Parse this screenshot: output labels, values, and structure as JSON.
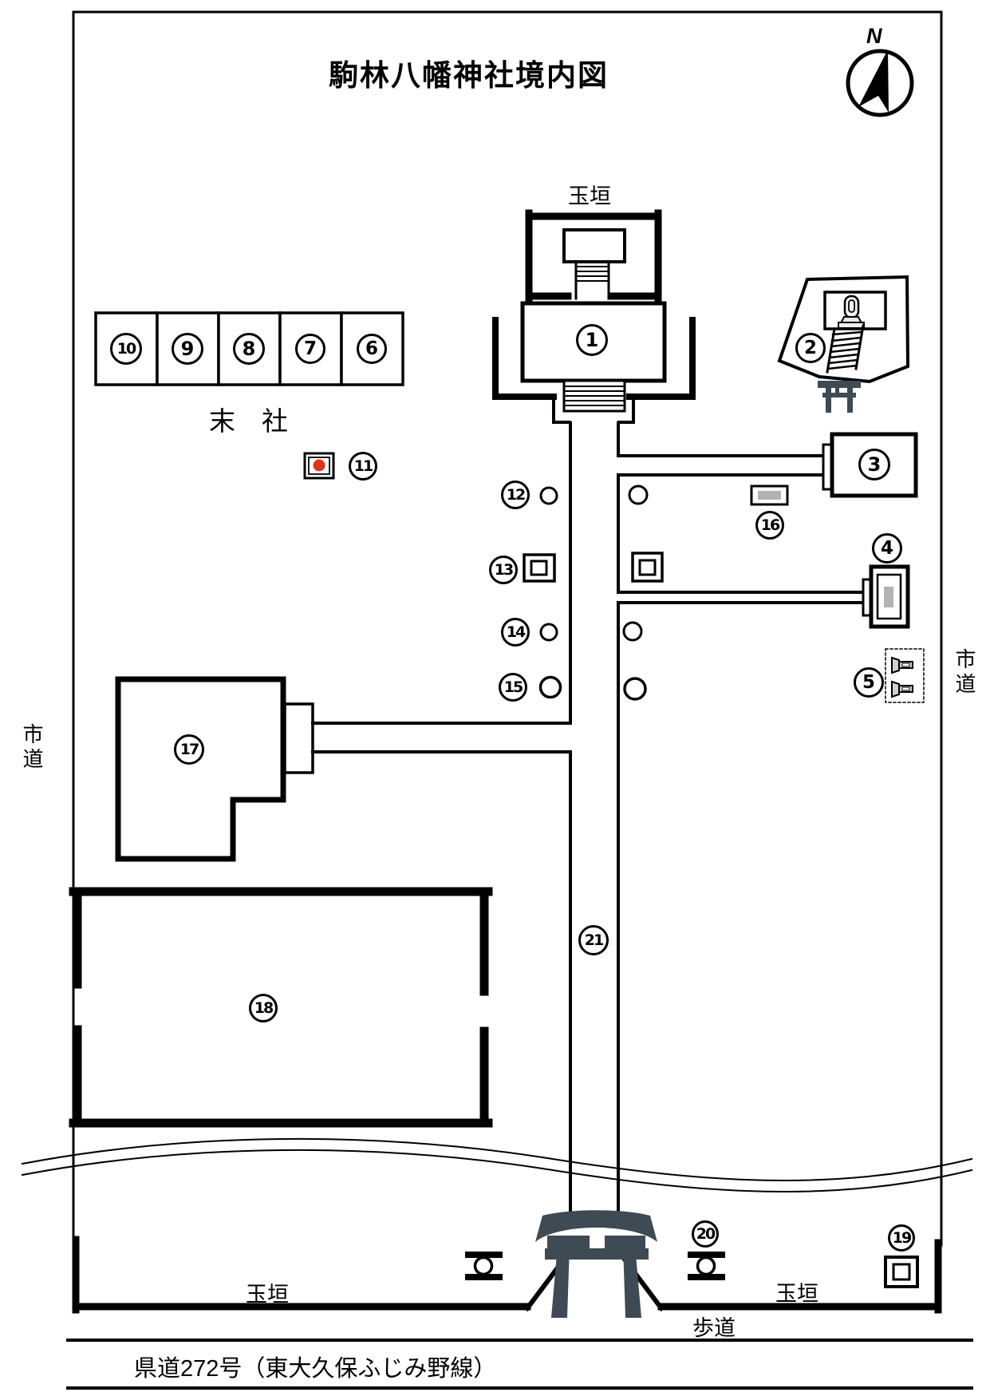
{
  "title": "駒林八幡神社境内図",
  "compass": {
    "north_label": "N"
  },
  "labels": {
    "tamagaki_top": "玉垣",
    "massha": "末　社",
    "city_road_left": "市道",
    "city_road_right": "市道",
    "tamagaki_bottom_left": "玉垣",
    "tamagaki_bottom_right": "玉垣",
    "sidewalk": "歩道",
    "prefectural_road": "県道272号（東大久保ふじみ野線）"
  },
  "markers": [
    {
      "label": "1"
    },
    {
      "label": "2"
    },
    {
      "label": "3"
    },
    {
      "label": "4"
    },
    {
      "label": "5"
    },
    {
      "label": "6"
    },
    {
      "label": "7"
    },
    {
      "label": "8"
    },
    {
      "label": "9"
    },
    {
      "label": "10"
    },
    {
      "label": "11"
    },
    {
      "label": "12"
    },
    {
      "label": "13"
    },
    {
      "label": "14"
    },
    {
      "label": "15"
    },
    {
      "label": "16"
    },
    {
      "label": "17"
    },
    {
      "label": "18"
    },
    {
      "label": "19"
    },
    {
      "label": "20"
    },
    {
      "label": "21"
    }
  ],
  "colors": {
    "line": "#000000",
    "torii": "#3e4a54",
    "marker_red": "#e0331f",
    "fill_gray": "#b3b3b3"
  },
  "icons": {
    "compass": "north-arrow-icon",
    "main_gate": "torii-icon",
    "mound_gate": "small-torii-icon",
    "gate_lanterns": "stone-lantern-icon",
    "mound_monument": "stone-monument-icon",
    "water_basin": "spigot-icon",
    "site_11": "red-dot-icon"
  }
}
